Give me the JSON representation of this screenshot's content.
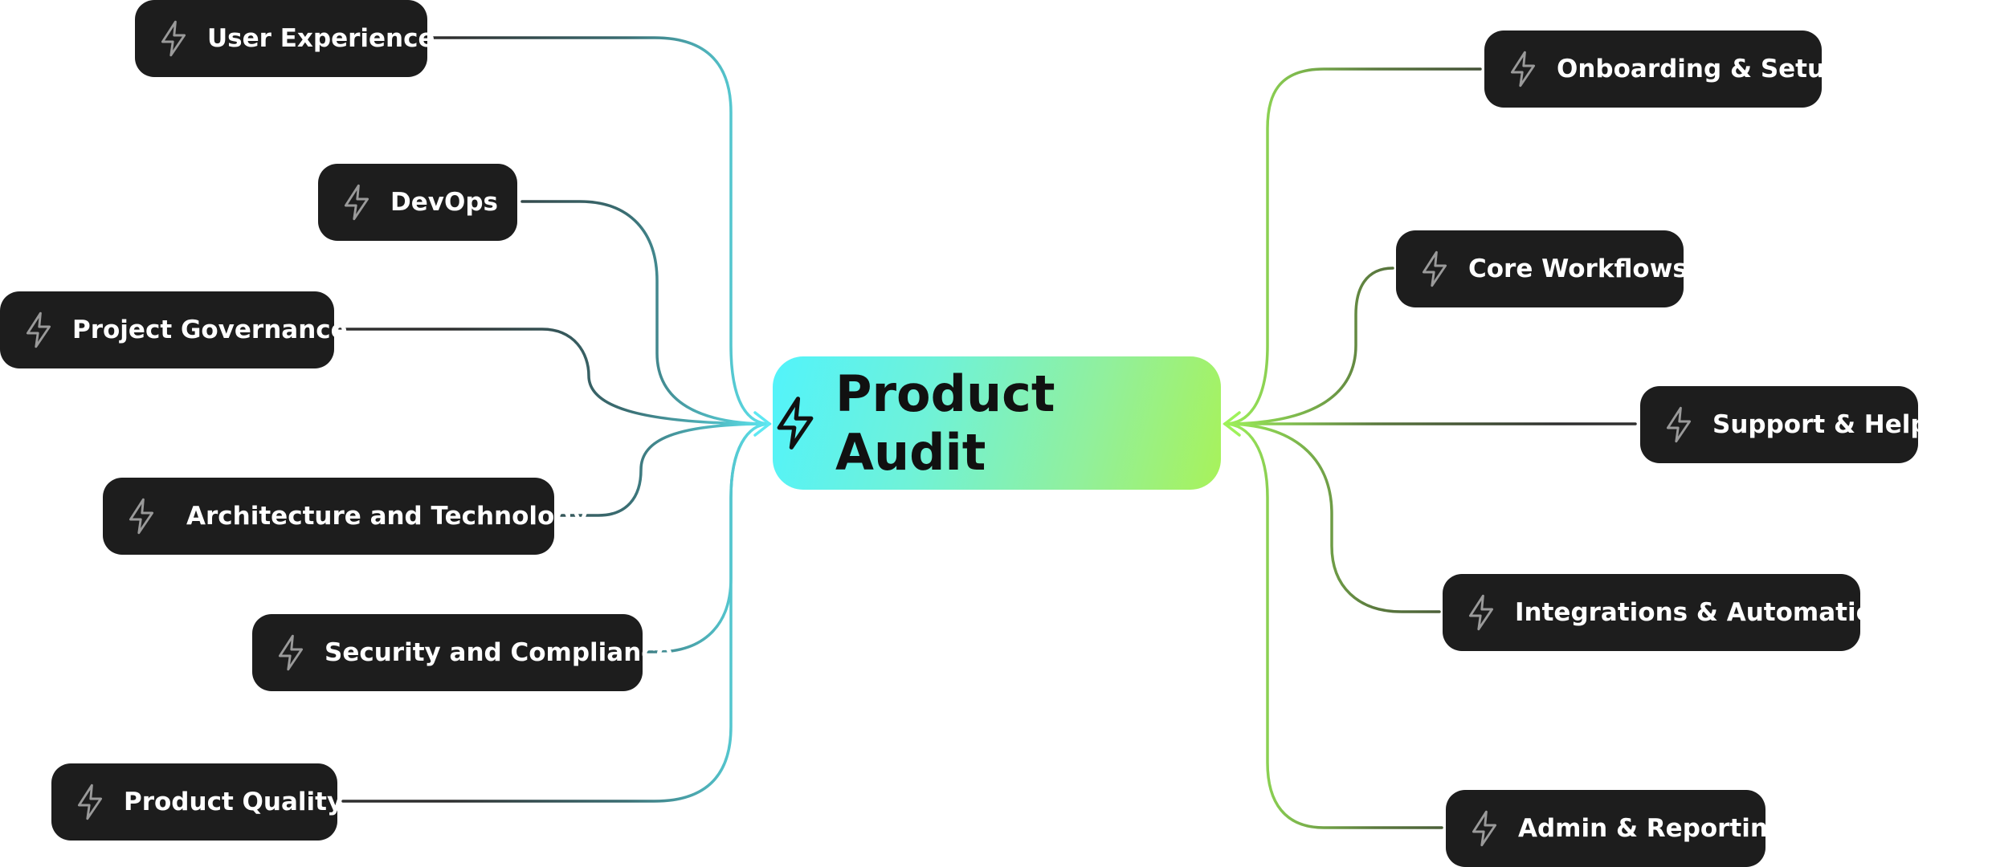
{
  "diagram": {
    "center": {
      "label": "Product Audit",
      "icon": "lightning-bolt-icon",
      "gradient": [
        "#52f3fb",
        "#a8f25a"
      ]
    },
    "left_topics": [
      {
        "label": "User Experience",
        "icon": "lightning-bolt-icon"
      },
      {
        "label": "DevOps",
        "icon": "lightning-bolt-icon"
      },
      {
        "label": "Project Governance",
        "icon": "lightning-bolt-icon"
      },
      {
        "label": "Architecture and Technology",
        "icon": "lightning-bolt-icon"
      },
      {
        "label": "Security and Compliance",
        "icon": "lightning-bolt-icon"
      },
      {
        "label": "Product Quality",
        "icon": "lightning-bolt-icon"
      }
    ],
    "right_topics": [
      {
        "label": "Onboarding & Setup",
        "icon": "lightning-bolt-icon"
      },
      {
        "label": "Core Workflows",
        "icon": "lightning-bolt-icon"
      },
      {
        "label": "Support & Help",
        "icon": "lightning-bolt-icon"
      },
      {
        "label": "Integrations & Automations",
        "icon": "lightning-bolt-icon"
      },
      {
        "label": "Admin & Reporting",
        "icon": "lightning-bolt-icon"
      }
    ],
    "colors": {
      "node_background": "#1d1d1d",
      "node_text": "#ffffff",
      "connector_dark": "#2f2f2f",
      "connector_left_accent": "#5ee8f2",
      "connector_right_accent": "#9ef25a"
    }
  }
}
